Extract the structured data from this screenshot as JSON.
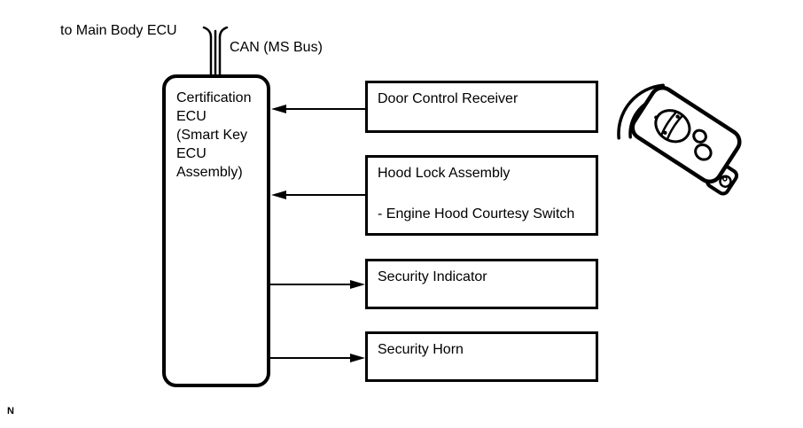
{
  "header": {
    "to_main_body_label": "to Main Body ECU",
    "bus_label": "CAN (MS Bus)"
  },
  "ecu": {
    "label": "Certification\nECU\n(Smart Key\nECU\nAssembly)"
  },
  "components": [
    {
      "title": "Door Control Receiver",
      "subtitle": null,
      "arrow_direction": "into-ecu"
    },
    {
      "title": "Hood Lock Assembly",
      "subtitle": "- Engine Hood Courtesy Switch",
      "arrow_direction": "into-ecu"
    },
    {
      "title": "Security Indicator",
      "subtitle": null,
      "arrow_direction": "out-of-ecu"
    },
    {
      "title": "Security Horn",
      "subtitle": null,
      "arrow_direction": "out-of-ecu"
    }
  ],
  "connections": [
    {
      "from": "Certification ECU (Smart Key ECU Assembly)",
      "to": "Main Body ECU",
      "via": "CAN (MS Bus)"
    },
    {
      "from": "Door Control Receiver",
      "to": "Certification ECU (Smart Key ECU Assembly)"
    },
    {
      "from": "Hood Lock Assembly",
      "to": "Certification ECU (Smart Key ECU Assembly)"
    },
    {
      "from": "Certification ECU (Smart Key ECU Assembly)",
      "to": "Security Indicator"
    },
    {
      "from": "Certification ECU (Smart Key ECU Assembly)",
      "to": "Security Horn"
    }
  ],
  "icons": {
    "bus_wires": "twisted-pair-wires-icon",
    "waves": "signal-waves-icon",
    "key_fob": "smart-key-remote-icon"
  },
  "colors": {
    "stroke": "#000000",
    "background": "#ffffff"
  },
  "footer": {
    "note": "N"
  }
}
